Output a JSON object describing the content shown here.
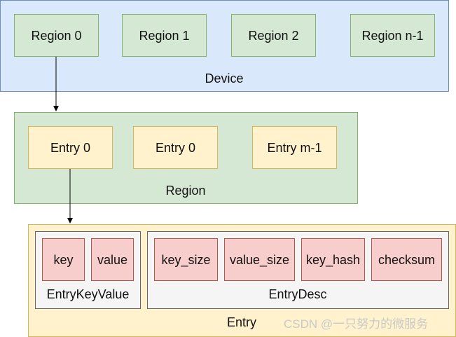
{
  "device": {
    "label": "Device",
    "regions": [
      "Region 0",
      "Region 1",
      "Region 2",
      "Region n-1"
    ]
  },
  "region": {
    "label": "Region",
    "entries": [
      "Entry 0",
      "Entry 0",
      "Entry m-1"
    ]
  },
  "entry": {
    "label": "Entry",
    "entry_key_value": {
      "label": "EntryKeyValue",
      "fields": [
        "key",
        "value"
      ]
    },
    "entry_desc": {
      "label": "EntryDesc",
      "fields": [
        "key_size",
        "value_size",
        "key_hash",
        "checksum"
      ]
    }
  },
  "watermark": "CSDN @一只努力的微服务",
  "colors": {
    "device_fill": "#dae8fc",
    "device_stroke": "#6c8ebf",
    "region_fill": "#d5e8d4",
    "region_stroke": "#82b366",
    "entry_fill": "#fff2cc",
    "entry_stroke": "#d6b656",
    "group_fill": "#f5f5f5",
    "group_stroke": "#666666",
    "field_fill": "#f8cecc",
    "field_stroke": "#b85450",
    "arrow": "#000000"
  }
}
